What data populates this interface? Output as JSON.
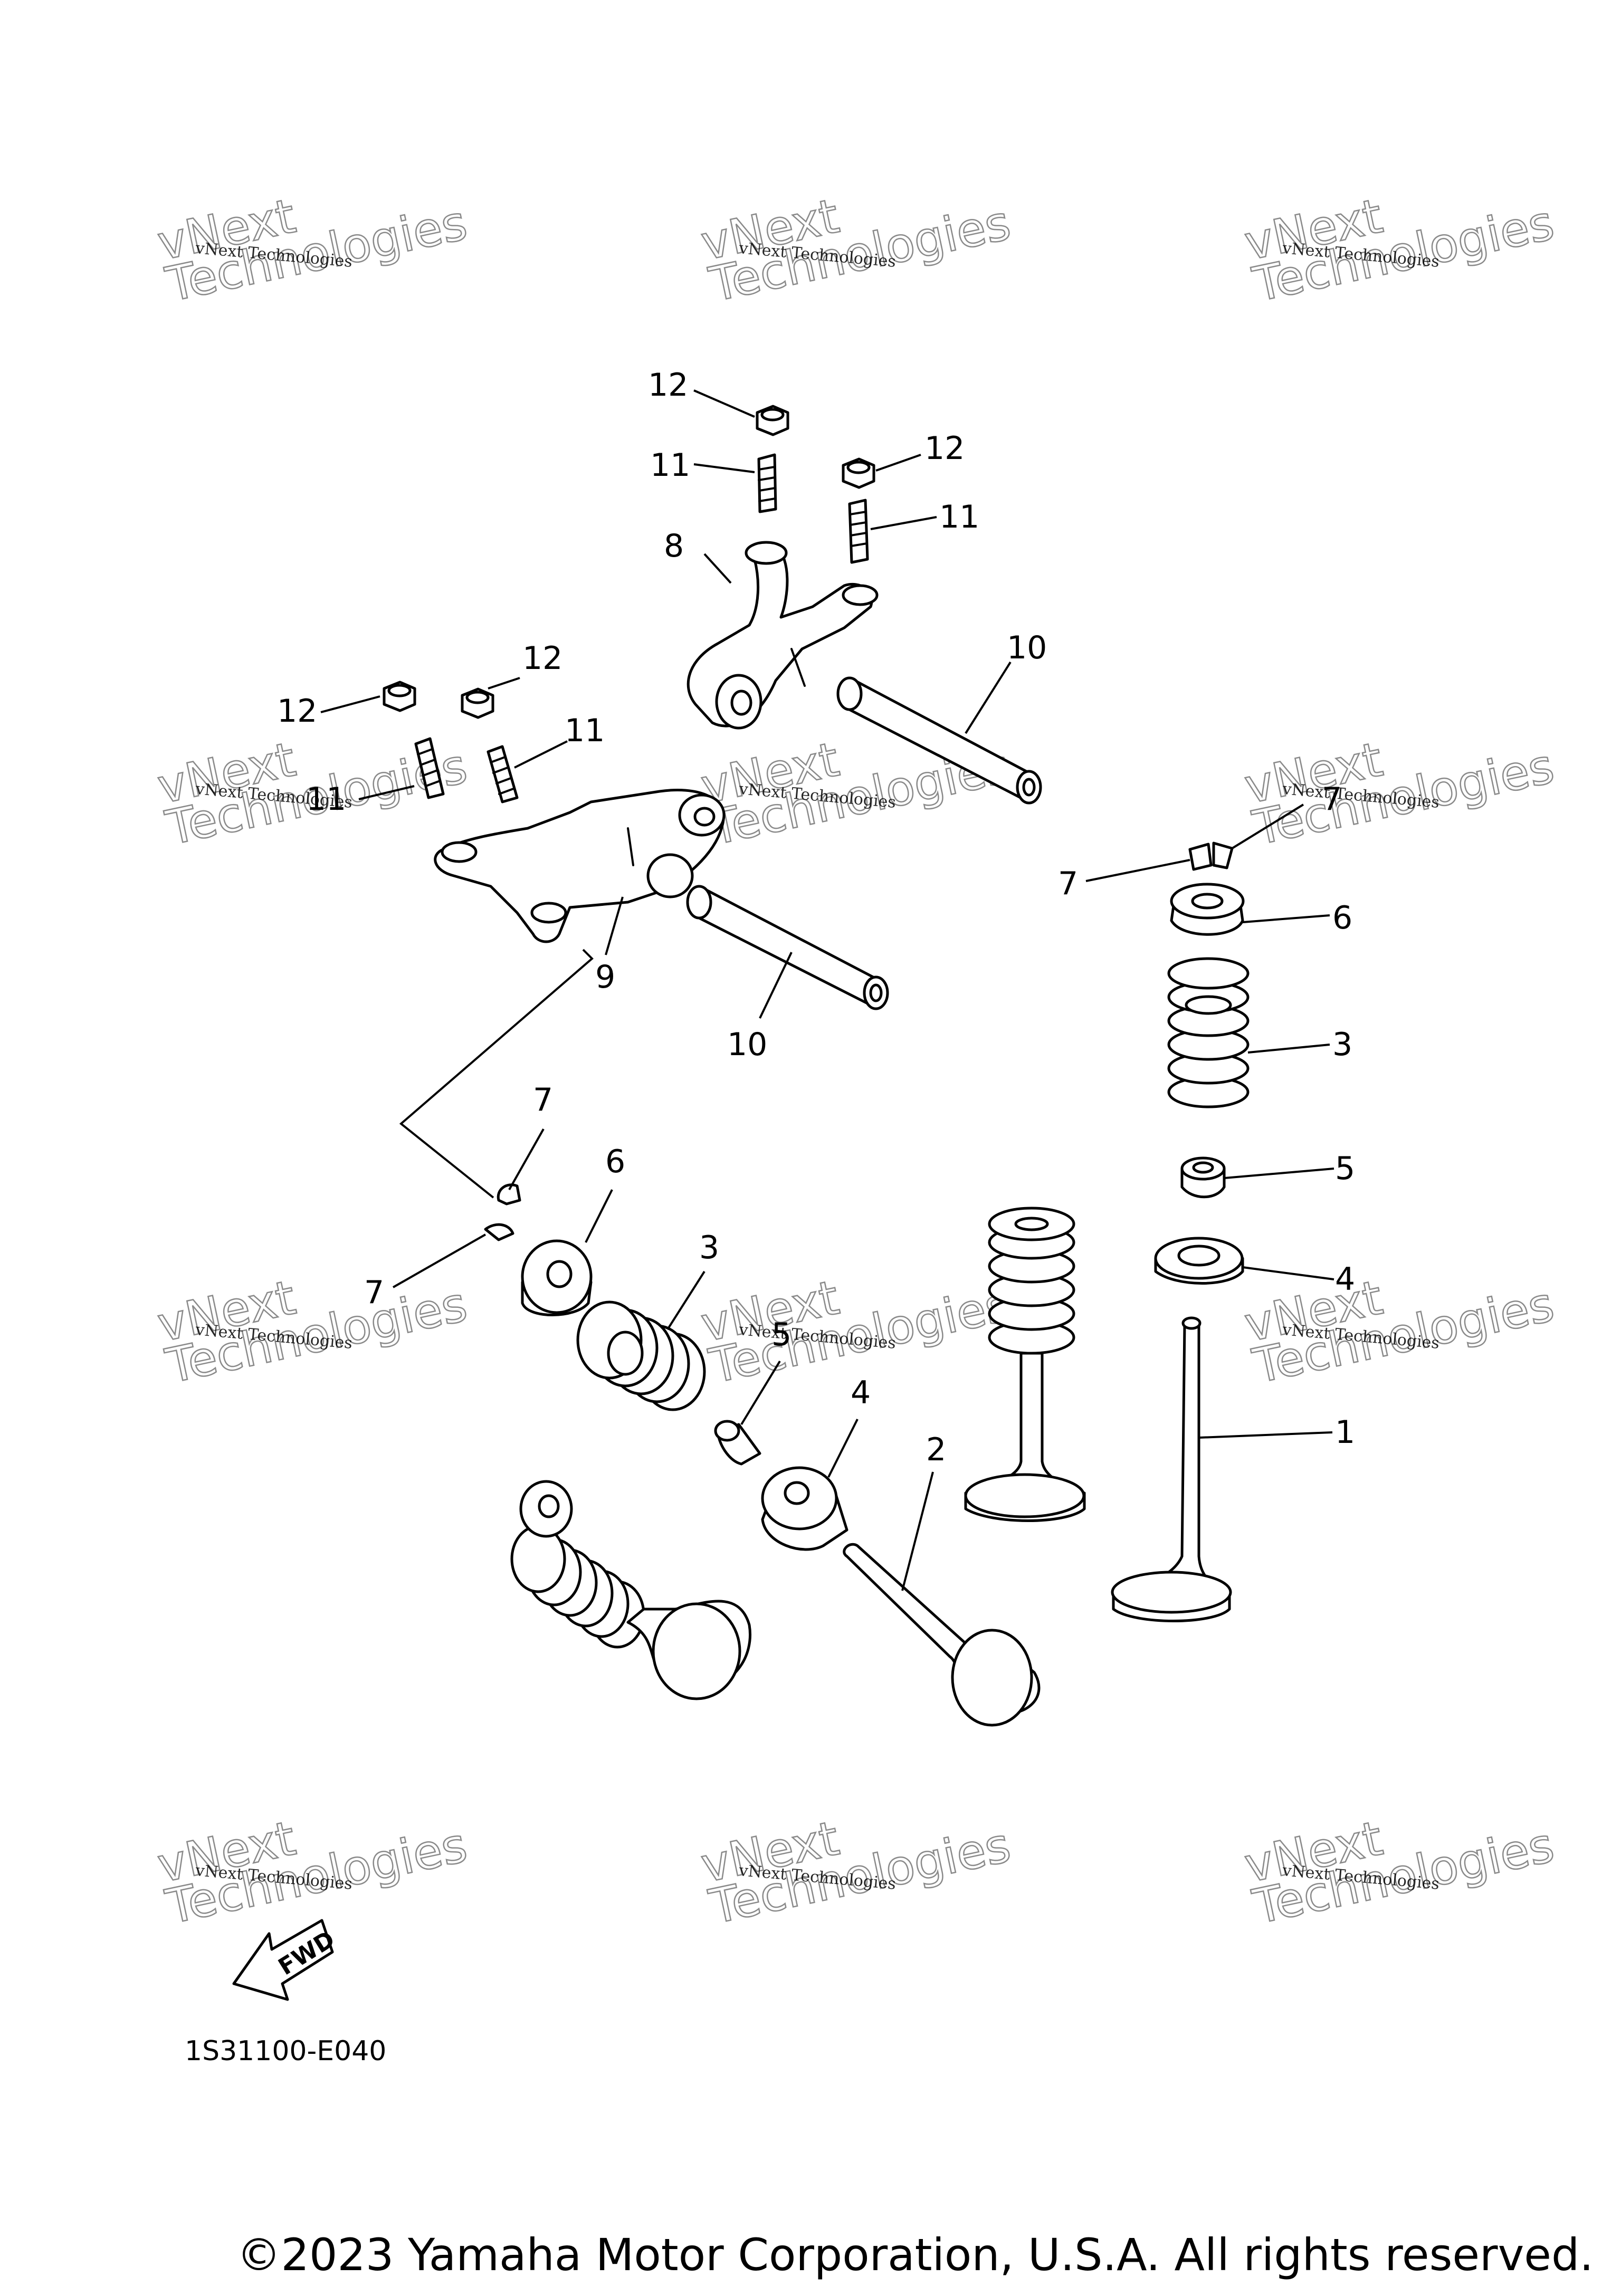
{
  "diagram": {
    "part_code": "1S31100-E040",
    "fwd_label": "FWD",
    "copyright": "©2023 Yamaha Motor Corporation, U.S.A. All rights reserved.",
    "watermark": {
      "line1": "vNext Technologies",
      "big_a": "vNext",
      "big_b": "Technologies"
    },
    "callouts": {
      "c1": "1",
      "c2": "2",
      "c3a": "3",
      "c3b": "3",
      "c4a": "4",
      "c4b": "4",
      "c5a": "5",
      "c5b": "5",
      "c6a": "6",
      "c6b": "6",
      "c7a": "7",
      "c7b": "7",
      "c7c": "7",
      "c7d": "7",
      "c8": "8",
      "c9": "9",
      "c10a": "10",
      "c10b": "10",
      "c11a": "11",
      "c11b": "11",
      "c11c": "11",
      "c11d": "11",
      "c12a": "12",
      "c12b": "12",
      "c12c": "12",
      "c12d": "12"
    }
  }
}
